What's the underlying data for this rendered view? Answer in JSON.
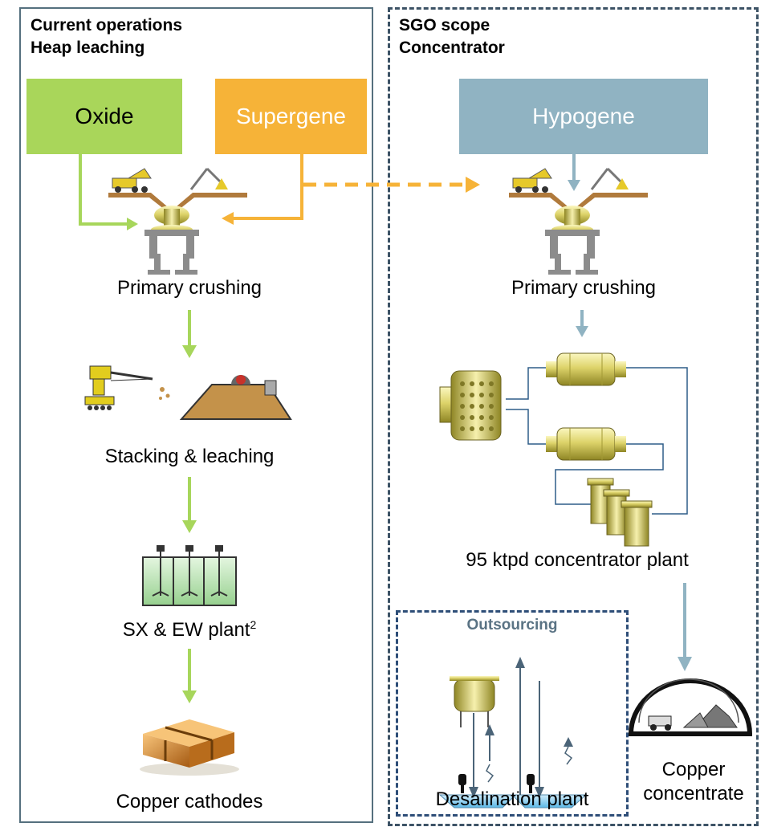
{
  "left_panel": {
    "title_line1": "Current operations",
    "title_line2": "Heap leaching"
  },
  "right_panel": {
    "title_line1": "SGO scope",
    "title_line2": "Concentrator"
  },
  "outsourcing": {
    "title": "Outsourcing",
    "label": "Desalination plant"
  },
  "ore_boxes": [
    {
      "label": "Oxide",
      "color": "#a9d65a"
    },
    {
      "label": "Supergene",
      "color": "#f6b338"
    },
    {
      "label": "Hypogene",
      "color": "#90b3c2"
    }
  ],
  "steps_left": [
    {
      "label": "Primary crushing"
    },
    {
      "label": "Stacking & leaching"
    },
    {
      "label": "SX & EW plant",
      "footnote": "2"
    },
    {
      "label": "Copper cathodes"
    }
  ],
  "steps_right": [
    {
      "label": "Primary crushing"
    },
    {
      "label": "95 ktpd concentrator plant"
    }
  ],
  "product_right": {
    "line1": "Copper",
    "line2": "concentrate"
  },
  "colors": {
    "green_arrow": "#a7d65b",
    "orange_arrow": "#f6b338",
    "blue_arrow": "#90b3c2",
    "panel_border": "#55707e",
    "outsourcing_title": "#5a7384"
  }
}
